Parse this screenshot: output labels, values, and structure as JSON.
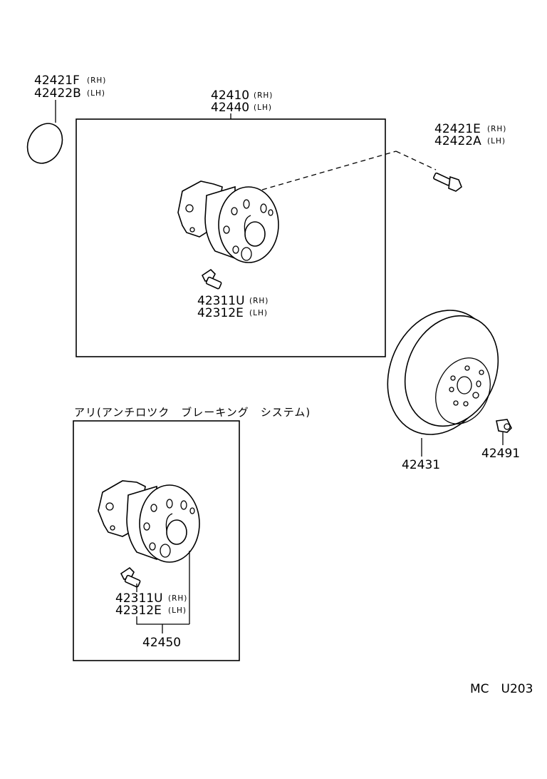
{
  "labels": {
    "snap_ring": {
      "rh_part": "42421F",
      "rh_side": "(RH)",
      "lh_part": "42422B",
      "lh_side": "(LH)"
    },
    "hub_assembly": {
      "rh_part": "42410",
      "rh_side": "(RH)",
      "lh_part": "42440",
      "lh_side": "(LH)"
    },
    "hub_bolt": {
      "rh_part": "42421E",
      "rh_side": "(RH)",
      "lh_part": "42422A",
      "lh_side": "(LH)"
    },
    "hub_stud": {
      "rh_part": "42311U",
      "rh_side": "(RH)",
      "lh_part": "42312E",
      "lh_side": "(LH)"
    },
    "disc": {
      "part": "42431"
    },
    "plug": {
      "part": "42491"
    },
    "abs_caption": "アリ(アンチロツク　ブレーキング　システム)",
    "abs_stud": {
      "rh_part": "42311U",
      "rh_side": "(RH)",
      "lh_part": "42312E",
      "lh_side": "(LH)"
    },
    "abs_hub_assembly": {
      "part": "42450"
    },
    "figure_code": "MC　U203"
  }
}
